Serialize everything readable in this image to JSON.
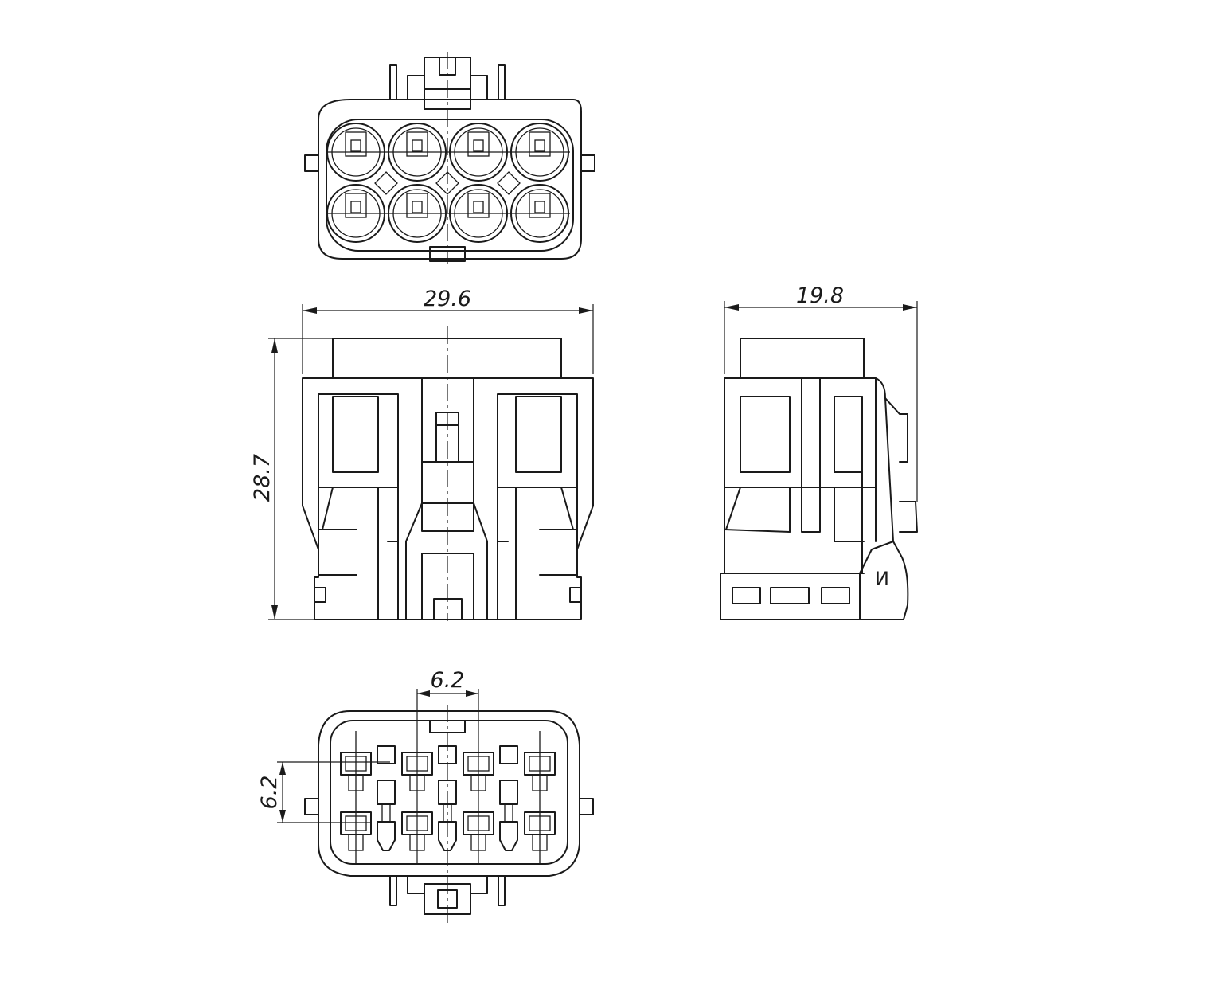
{
  "dimensions": {
    "width_front": "29.6",
    "height_front": "28.7",
    "width_side": "19.8",
    "pitch_horizontal": "6.2",
    "pitch_vertical": "6.2"
  },
  "side_marking": "И",
  "layout": {
    "cavity_rows": 2,
    "cavity_columns": 4
  }
}
